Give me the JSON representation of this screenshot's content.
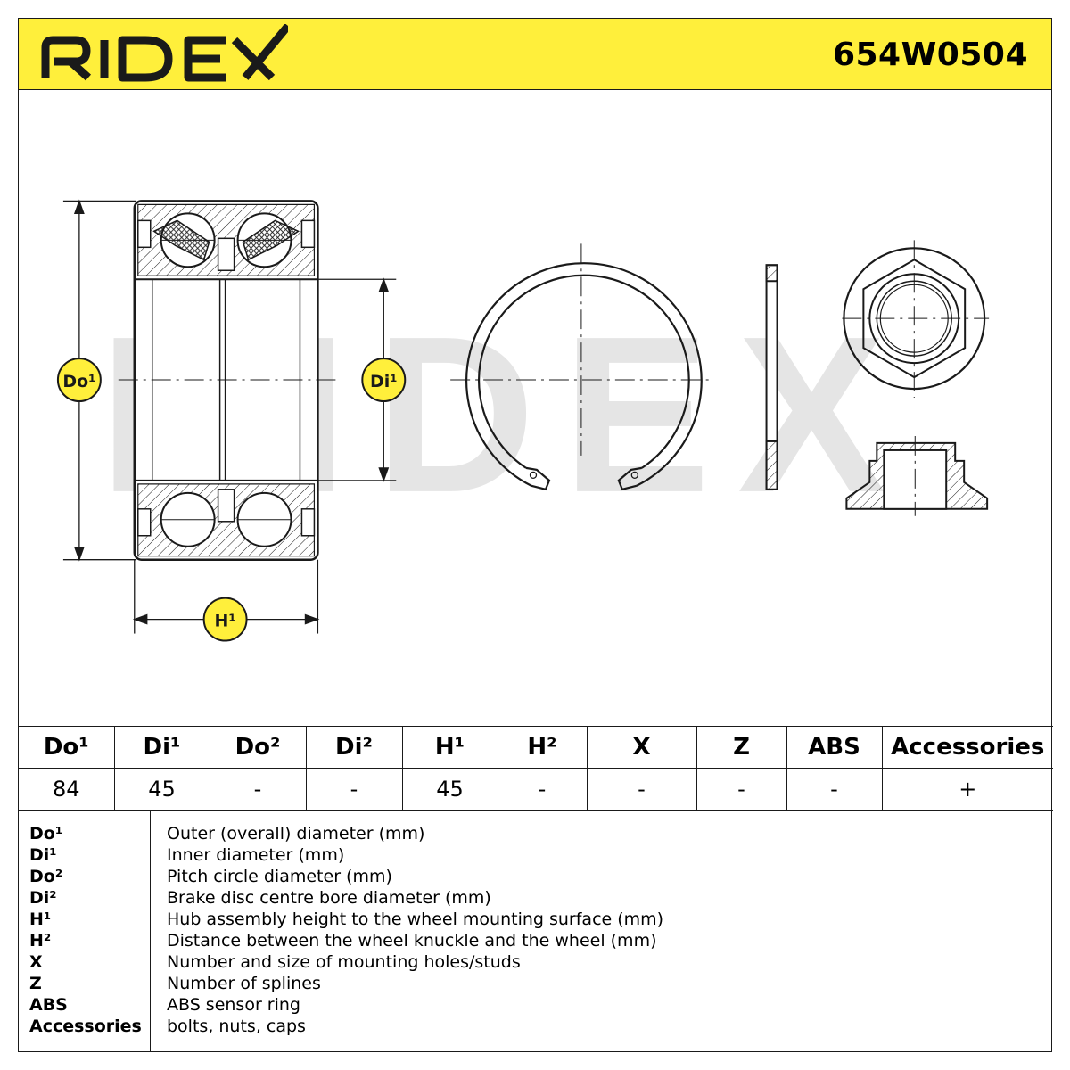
{
  "header": {
    "brand": "RIDEX",
    "part_number": "654W0504",
    "background_color": "#ffef3b"
  },
  "drawing": {
    "watermark": "RIDEX",
    "labels": {
      "outer_diameter": "Do¹",
      "inner_diameter": "Di¹",
      "height": "H¹"
    },
    "label_badge_color": "#ffef3b"
  },
  "spec_table": {
    "headers": [
      "Do¹",
      "Di¹",
      "Do²",
      "Di²",
      "H¹",
      "H²",
      "X",
      "Z",
      "ABS",
      "Accessories"
    ],
    "values": [
      "84",
      "45",
      "-",
      "-",
      "45",
      "-",
      "-",
      "-",
      "-",
      "+"
    ]
  },
  "legend": [
    {
      "abbr": "Do¹",
      "desc": "Outer (overall) diameter (mm)"
    },
    {
      "abbr": "Di¹",
      "desc": "Inner diameter (mm)"
    },
    {
      "abbr": "Do²",
      "desc": "Pitch circle diameter (mm)"
    },
    {
      "abbr": "Di²",
      "desc": "Brake disc centre bore diameter (mm)"
    },
    {
      "abbr": "H¹",
      "desc": "Hub assembly height to the wheel mounting surface (mm)"
    },
    {
      "abbr": "H²",
      "desc": "Distance between the wheel knuckle and the wheel (mm)"
    },
    {
      "abbr": "X",
      "desc": "Number and size of mounting holes/studs"
    },
    {
      "abbr": "Z",
      "desc": "Number of splines"
    },
    {
      "abbr": "ABS",
      "desc": "ABS sensor ring"
    },
    {
      "abbr": "Accessories",
      "desc": "bolts, nuts, caps"
    }
  ]
}
